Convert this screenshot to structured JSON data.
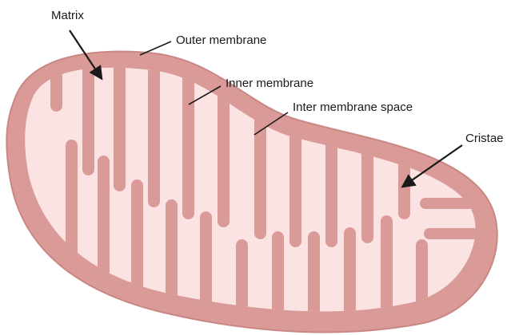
{
  "diagram": {
    "labels": {
      "matrix": "Matrix",
      "outer_membrane": "Outer membrane",
      "inner_membrane": "Inner membrane",
      "inter_membrane_space": "Inter membrane space",
      "cristae": "Cristae"
    },
    "colors": {
      "outer_membrane": "#da9a97",
      "outer_membrane_stroke": "#c98784",
      "matrix": "#fbe2e3",
      "arrow": "#1a1a1a"
    }
  }
}
